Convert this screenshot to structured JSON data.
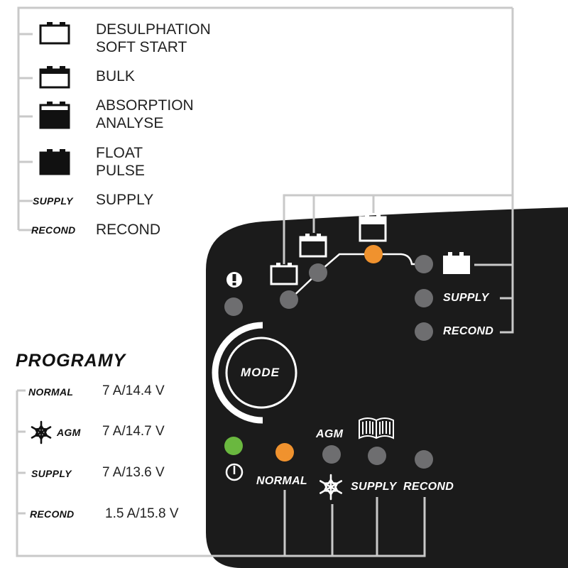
{
  "legend": {
    "items": [
      {
        "lines": [
          "DESULPHATION",
          "SOFT START"
        ],
        "icon": "battery-empty-icon"
      },
      {
        "lines": [
          "BULK"
        ],
        "icon": "battery-low-icon"
      },
      {
        "lines": [
          "ABSORPTION",
          "ANALYSE"
        ],
        "icon": "battery-mid-icon"
      },
      {
        "lines": [
          "FLOAT",
          "PULSE"
        ],
        "icon": "battery-full-icon"
      },
      {
        "lines": [
          "SUPPLY"
        ],
        "tag": "SUPPLY"
      },
      {
        "lines": [
          "RECOND"
        ],
        "tag": "RECOND"
      }
    ]
  },
  "programs": {
    "title": "PROGRAMY",
    "rows": [
      {
        "tag": "NORMAL",
        "value": "7 A/14.4 V"
      },
      {
        "tag": "AGM",
        "value": "7 A/14.7 V",
        "icon": "snowflake-icon"
      },
      {
        "tag": "SUPPLY",
        "value": "7 A/13.6 V"
      },
      {
        "tag": "RECOND",
        "value": "1.5 A/15.8 V"
      }
    ]
  },
  "panel": {
    "background": "#1b1b1b",
    "led_off_color": "#6e6e70",
    "led_orange_color": "#f0922e",
    "led_green_color": "#6ab83f",
    "mode_label": "MODE",
    "right_labels": {
      "supply": "SUPPLY",
      "recond": "RECOND"
    },
    "bottom_labels": {
      "normal": "NORMAL",
      "agm": "AGM",
      "supply": "SUPPLY",
      "recond": "RECOND"
    },
    "icons": [
      "warning-icon",
      "power-icon",
      "snowflake-icon",
      "book-icon"
    ]
  }
}
